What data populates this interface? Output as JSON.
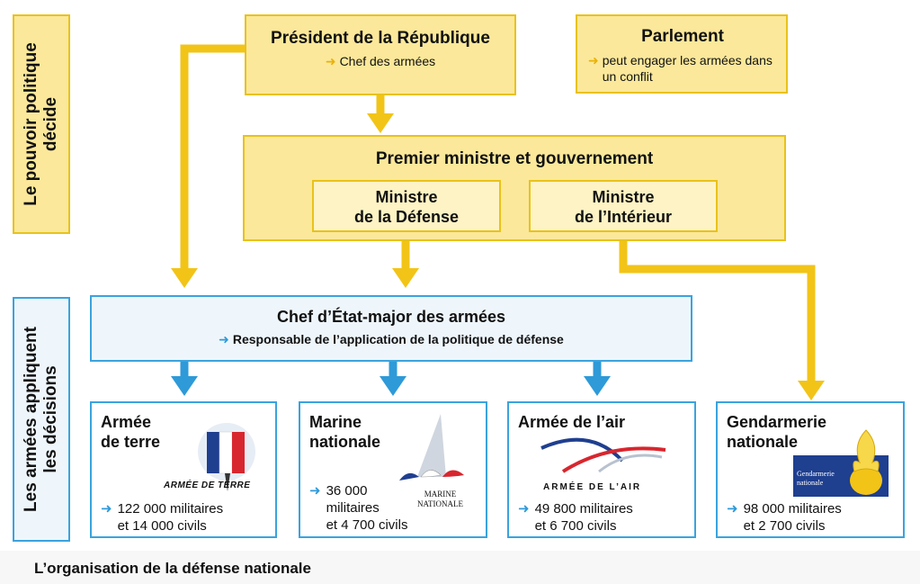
{
  "diagram": {
    "side_labels": {
      "political": [
        "Le pouvoir politique",
        "décide"
      ],
      "armies": [
        "Les armées appliquent",
        "les décisions"
      ]
    },
    "president": {
      "title": "Président de la République",
      "role": "Chef des armées"
    },
    "parliament": {
      "title": "Parlement",
      "role": "peut engager les armées dans un conflit"
    },
    "government": {
      "title": "Premier ministre et gouvernement",
      "defense_minister": [
        "Ministre",
        "de la Défense"
      ],
      "interior_minister": [
        "Ministre",
        "de l’Intérieur"
      ]
    },
    "chief_of_staff": {
      "title": "Chef d’État-major des armées",
      "role": "Responsable de l’application de la politique de défense"
    },
    "units": [
      {
        "name": [
          "Armée",
          "de terre"
        ],
        "stats": [
          "122 000 militaires",
          "et 14 000 civils"
        ],
        "logo_text": "ARMÉE DE TERRE"
      },
      {
        "name": [
          "Marine",
          "nationale"
        ],
        "stats": [
          "36 000",
          "militaires",
          "et 4 700 civils"
        ],
        "logo_text": [
          "MARINE",
          "NATIONALE"
        ]
      },
      {
        "name": [
          "Armée de l’air"
        ],
        "stats": [
          "49 800 militaires",
          "et 6 700 civils"
        ],
        "logo_text": "ARMÉE DE L’AIR"
      },
      {
        "name": [
          "Gendarmerie",
          "nationale"
        ],
        "stats": [
          "98 000 militaires",
          "et 2 700 civils"
        ],
        "logo_text": [
          "Gendarmerie",
          "nationale"
        ]
      }
    ],
    "caption": "L’organisation de la défense nationale",
    "colors": {
      "political_fill": "#fbe89a",
      "political_border": "#e9c21a",
      "army_border": "#3aa3de",
      "army_fill": "#eef6fc"
    }
  }
}
